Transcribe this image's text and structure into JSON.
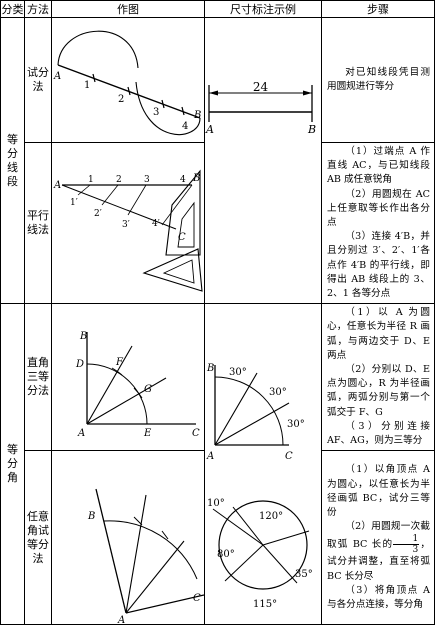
{
  "headers": {
    "category": "分类",
    "method": "方法",
    "drawing": "作图",
    "dimension": "尺寸标注示例",
    "steps": "步骤"
  },
  "segment": {
    "category": [
      "等",
      "分",
      "线",
      "段"
    ],
    "trial": {
      "name": [
        "试分",
        "法"
      ],
      "steps": [
        "对已知线段凭目测用圆规进行等分"
      ],
      "labels": {
        "a": "A",
        "b": "B",
        "n1": "1",
        "n2": "2",
        "n3": "3",
        "n4": "4"
      }
    },
    "parallel": {
      "name": [
        "平行",
        "线法"
      ],
      "steps": [
        "（1）过端点 A 作直线 AC，与已知线段 AB 成任意锐角",
        "（2）用圆规在 AC 上任意取等长作出各分点",
        "（3）连接 4′B，并且分别过 3′、2′、1′各点作 4′B 的平行线，即得出 AB 线段上的 3、2、1 各等分点"
      ],
      "labels": {
        "a": "A",
        "b": "B",
        "c": "C",
        "n1": "1",
        "n2": "2",
        "n3": "3",
        "n4": "4",
        "p1": "1′",
        "p2": "2′",
        "p3": "3′",
        "p4": "4′"
      }
    },
    "dimension": {
      "value": "24",
      "a": "A",
      "b": "B"
    }
  },
  "angle": {
    "category": [
      "等",
      "分",
      "角"
    ],
    "right": {
      "name": [
        "直角",
        "三等",
        "分法"
      ],
      "steps": [
        "（1）以 A 为圆心，任意长为半径 R 画弧，与两边交于 D、E 两点",
        "（2）分别以 D、E 点为圆心，R 为半径画弧，两弧分别与第一个弧交于 F、G",
        "（3）分别连接 AF、AG，则为三等分"
      ],
      "labels": {
        "a": "A",
        "b": "B",
        "c": "C",
        "d": "D",
        "e": "E",
        "f": "F",
        "g": "G"
      }
    },
    "arbitrary": {
      "name": [
        "任意",
        "角试",
        "等分",
        "法"
      ],
      "steps_1": "（1）以角顶点 A 为圆心，以任意长为半径画弧 BC，试分三等份",
      "steps_2a": "（2）用圆规一次截取弧 BC 长的",
      "frac_num": "1",
      "frac_den": "3",
      "steps_2b": "，试分并调整，直至将弧 BC 长分尽",
      "steps_3": "（3）将角顶点 A 与各分点连接，等分角",
      "labels": {
        "a": "A",
        "b": "B",
        "c": "C"
      }
    },
    "dimension": {
      "right_labels": {
        "a": "A",
        "b": "B",
        "c": "C",
        "d1": "30°",
        "d2": "30°",
        "d3": "30°"
      },
      "circle_labels": {
        "d1": "10°",
        "d2": "120°",
        "d3": "80°",
        "d4": "35°",
        "d5": "115°"
      }
    }
  }
}
